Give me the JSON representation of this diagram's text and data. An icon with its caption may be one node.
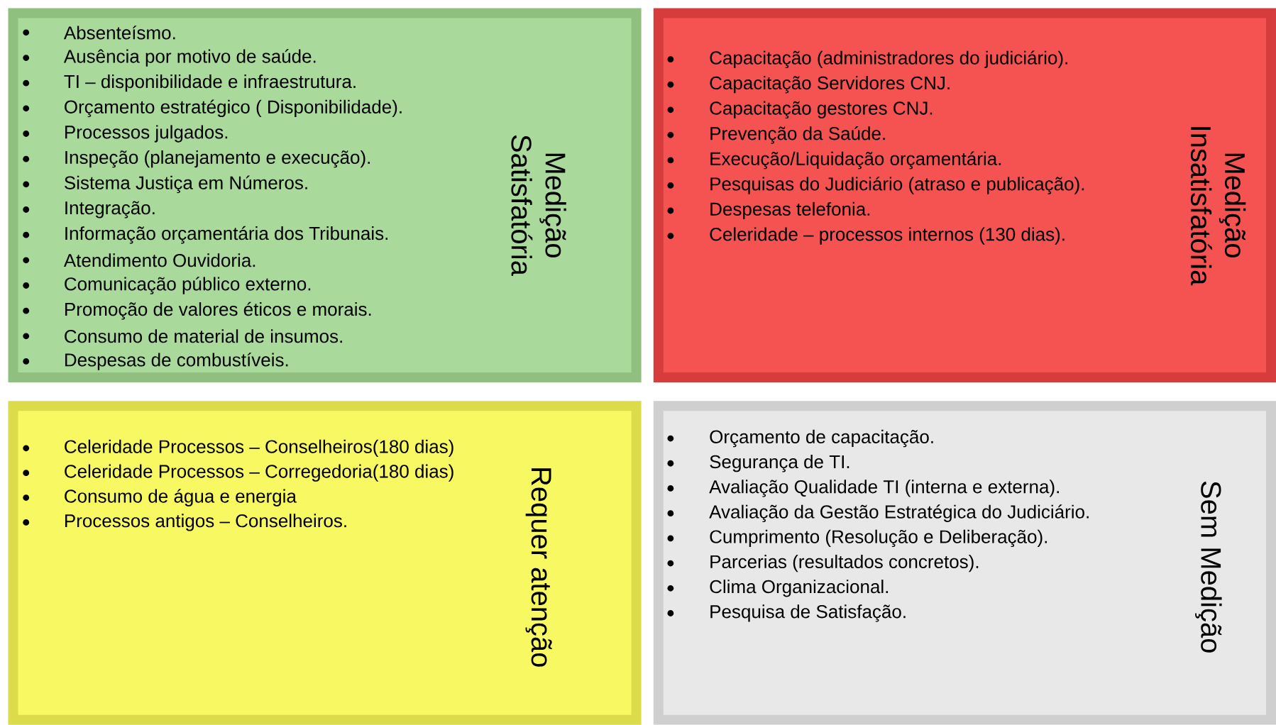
{
  "diagram": {
    "nodes": [
      {
        "text": [
          "Medição Satisfatória",
          "Absenteísmo.",
          "Ausência por motivo de saúde.",
          "TI – disponibilidade  e infraestrutura.",
          "Orçamento estratégico ( Disponibilidade).",
          "Processos julgados.",
          "Inspeção (planejamento e execução).",
          "Sistema Justiça em Números.",
          "Integração.",
          "Informação orçamentária dos Tribunais.",
          "Atendimento Ouvidoria.",
          "Comunicação público externo.",
          "Promoção de valores éticos e morais.",
          "Consumo de material de insumos.",
          "Despesas de combustíveis."
        ]
      },
      {
        "text": [
          "Medição Insatisfatória",
          "Capacitação (administradores do judiciário).",
          "Capacitação Servidores CNJ.",
          "Capacitação gestores CNJ.",
          "Prevenção da Saúde.",
          "Execução/Liquidação orçamentária.",
          "Pesquisas do Judiciário (atraso e publicação).",
          "Despesas telefonia.",
          "Celeridade – processos internos (130 dias)."
        ]
      },
      {
        "text": [
          "Requer atenção",
          "Celeridade Processos – Conselheiros(180 dias)",
          "Celeridade Processos – Corregedoria(180 dias)",
          "Consumo de água e energia",
          "Processos antigos – Conselheiros."
        ]
      },
      {
        "text": [
          "Sem Medição",
          "Orçamento de capacitação.",
          "Segurança de TI.",
          "Avaliação  Qualidade TI (interna e externa).",
          "Avaliação  da Gestão Estratégica do Judiciário.",
          "Cumprimento (Resolução e Deliberação).",
          "Parcerias (resultados concretos).",
          "Clima Organizacional.",
          "Pesquisa de Satisfação."
        ]
      }
    ]
  }
}
